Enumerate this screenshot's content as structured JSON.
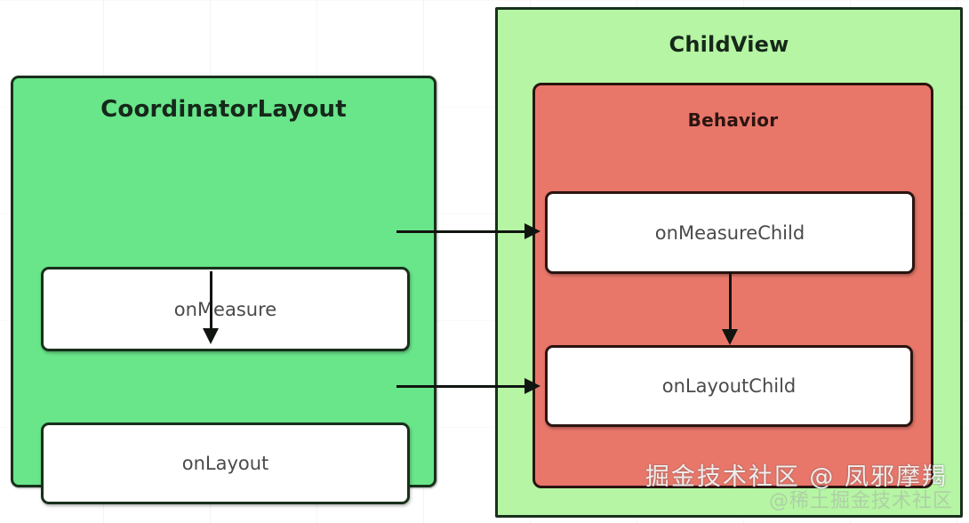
{
  "diagram": {
    "title": "CoordinatorLayout and ChildView Behavior measure/layout flow",
    "background_color": "#ffffff",
    "containers": {
      "coordinator_layout": {
        "label": "CoordinatorLayout",
        "fill_color": "#69e58a",
        "border_color": "#18301c",
        "methods": [
          {
            "label": "onMeasure"
          },
          {
            "label": "onLayout"
          }
        ]
      },
      "child_view": {
        "label": "ChildView",
        "fill_color": "#b5f5a3",
        "border_color": "#18301c",
        "behavior": {
          "label": "Behavior",
          "fill_color": "#e8776a",
          "border_color": "#2b1410",
          "methods": [
            {
              "label": "onMeasureChild"
            },
            {
              "label": "onLayoutChild"
            }
          ]
        }
      }
    },
    "arrows": [
      {
        "name": "on-measure-to-on-layout",
        "from": "onMeasure",
        "to": "onLayout",
        "direction": "down"
      },
      {
        "name": "on-measure-child-to-on-layout-child",
        "from": "onMeasureChild",
        "to": "onLayoutChild",
        "direction": "down"
      },
      {
        "name": "on-measure-to-on-measure-child",
        "from": "onMeasure",
        "to": "onMeasureChild",
        "direction": "right"
      },
      {
        "name": "on-layout-to-on-layout-child",
        "from": "onLayout",
        "to": "onLayoutChild",
        "direction": "right"
      }
    ],
    "arrow_color": "#101510"
  },
  "watermarks": {
    "primary": "掘金技术社区 @ 凤邪摩羯",
    "secondary": "@稀土掘金技术社区"
  }
}
